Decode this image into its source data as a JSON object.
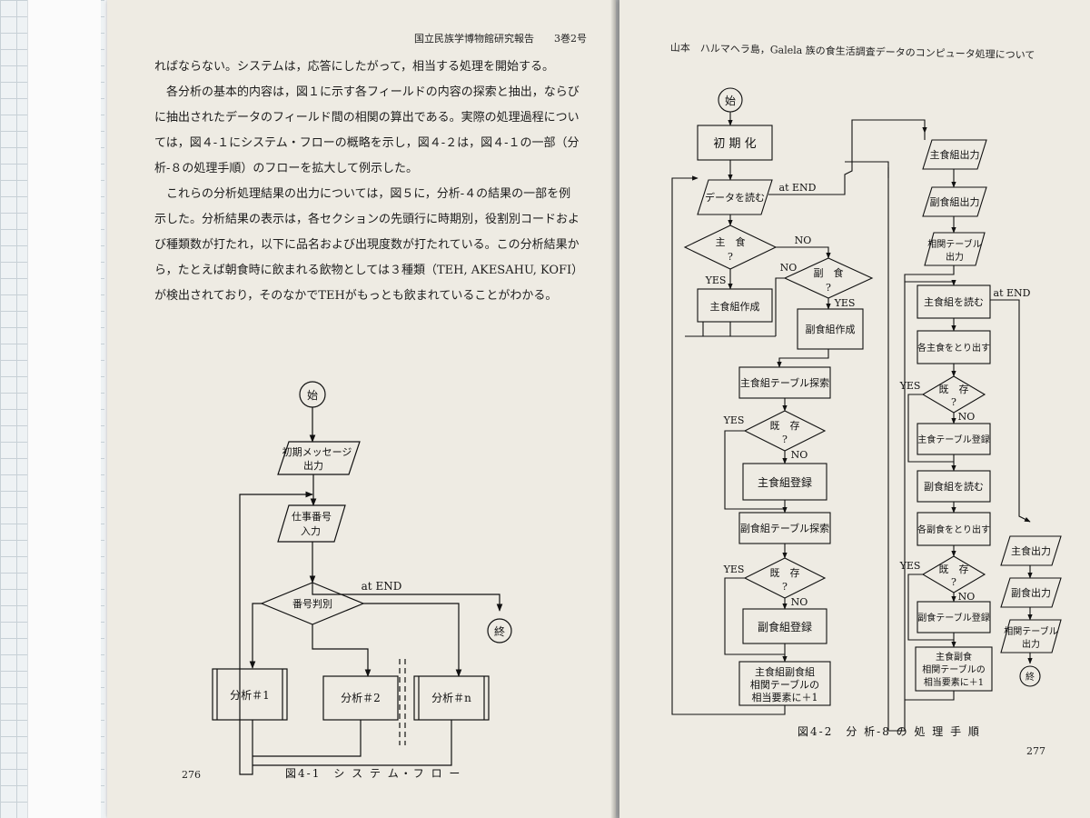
{
  "left_page": {
    "header": "国立民族学博物館研究報告　　3巻2号",
    "paragraphs": [
      "ればならない。システムは，応答にしたがって，相当する処理を開始する。",
      "　各分析の基本的内容は，図１に示す各フィールドの内容の探索と抽出，ならびに抽出されたデータのフィールド間の相関の算出である。実際の処理過程については，図４-１にシステム・フローの概略を示し，図４-２は，図４-１の一部（分析-８の処理手順）のフローを拡大して例示した。",
      "　これらの分析処理結果の出力については，図５に，分析-４の結果の一部を例示した。分析結果の表示は，各セクションの先頭行に時期別，役割別コードおよび種類数が打たれ，以下に品名および出現度数が打たれている。この分析結果から，たとえば朝食時に飲まれる飲物としては３種類（TEH, AKESAHU, KOFI）が検出されており，そのなかでTEHがもっとも飲まれていることがわかる。"
    ],
    "page_number": "276",
    "figure_caption": "図4-1　シ ス テ ム・フ ロ ー",
    "flow": {
      "start": "始",
      "init_msg": [
        "初期メッセージ",
        "出力"
      ],
      "job_no": [
        "仕事番号",
        "入力"
      ],
      "decision": "番号判別",
      "at_end": "at END",
      "end": "終",
      "analysis_1": "分析＃1",
      "analysis_2": "分析＃2",
      "analysis_n": "分析＃n"
    }
  },
  "right_page": {
    "header": "山本　ハルマヘラ島，Galela 族の食生活調査データのコンピュータ処理について",
    "page_number": "277",
    "figure_caption": "図4-2　分 析-8 の 処 理 手 順",
    "flow": {
      "start": "始",
      "init": "初 期 化",
      "read_data": "データを読む",
      "at_end": "at END",
      "is_main": "主　食",
      "q": "?",
      "yes": "YES",
      "no": "NO",
      "is_side": "副　食",
      "make_main": "主食組作成",
      "make_side": "副食組作成",
      "search_main": "主食組テーブル探索",
      "exists": "既　存",
      "reg_main": "主食組登録",
      "search_side": "副食組テーブル探索",
      "reg_side": "副食組登録",
      "corr": [
        "主食組副食組",
        "相関テーブルの",
        "相当要素に＋1"
      ],
      "out_main_combo": "主食組出力",
      "out_side_combo": "副食組出力",
      "out_corr_table": [
        "相関テーブル",
        "出力"
      ],
      "read_main_combo": "主食組を読む",
      "take_main": "各主食をとり出す",
      "reg_main_table": "主食テーブル登録",
      "read_side_combo": "副食組を読む",
      "take_side": "各副食をとり出す",
      "reg_side_table": "副食テーブル登録",
      "inc_corr": [
        "主食副食",
        "相関テーブルの",
        "相当要素に＋1"
      ],
      "out_main": "主食出力",
      "out_side": "副食出力",
      "out_corr": [
        "相関テーブル",
        "出力"
      ],
      "end": "終"
    }
  }
}
